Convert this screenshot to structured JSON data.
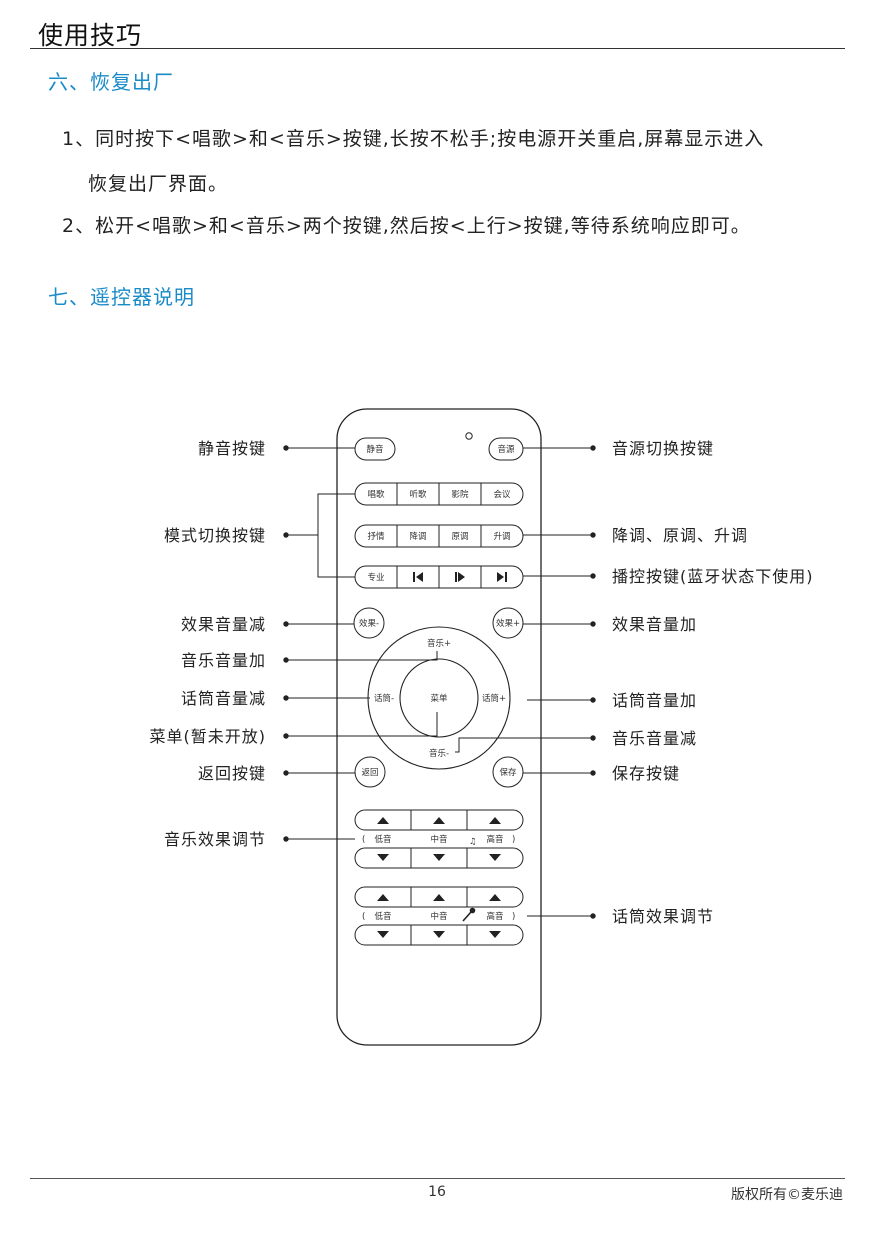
{
  "header": {
    "title": "使用技巧"
  },
  "section6": {
    "title": "六、恢复出厂",
    "items": [
      {
        "line1": "1、同时按下<唱歌>和<音乐>按键,长按不松手;按电源开关重启,屏幕显示进入",
        "line2": "恢复出厂界面。"
      },
      {
        "line1": "2、松开<唱歌>和<音乐>两个按键,然后按<上行>按键,等待系统响应即可。"
      }
    ]
  },
  "section7": {
    "title": "七、遥控器说明"
  },
  "remote": {
    "buttons": {
      "mute": "静音",
      "source": "音源",
      "sing": "唱歌",
      "listen": "听歌",
      "cinema": "影院",
      "meeting": "会议",
      "lyric": "抒情",
      "key_down": "降调",
      "key_orig": "原调",
      "key_up": "升调",
      "pro": "专业",
      "effect_minus": "效果-",
      "effect_plus": "效果+",
      "music_plus": "音乐+",
      "music_minus": "音乐-",
      "mic_minus": "话筒-",
      "mic_plus": "话筒+",
      "menu": "菜单",
      "back": "返回",
      "save": "保存",
      "bass": "低音",
      "mid": "中音",
      "treble": "高音"
    },
    "labels_left": {
      "mute": "静音按键",
      "mode": "模式切换按键",
      "effect_down": "效果音量减",
      "music_up": "音乐音量加",
      "mic_down": "话筒音量减",
      "menu": "菜单(暂未开放)",
      "back": "返回按键",
      "music_eq": "音乐效果调节"
    },
    "labels_right": {
      "source": "音源切换按键",
      "key": "降调、原调、升调",
      "playback": "播控按键(蓝牙状态下使用)",
      "effect_up": "效果音量加",
      "mic_up": "话筒音量加",
      "music_down": "音乐音量减",
      "save": "保存按键",
      "mic_eq": "话筒效果调节"
    }
  },
  "footer": {
    "page": "16",
    "copyright": "版权所有©麦乐迪"
  }
}
